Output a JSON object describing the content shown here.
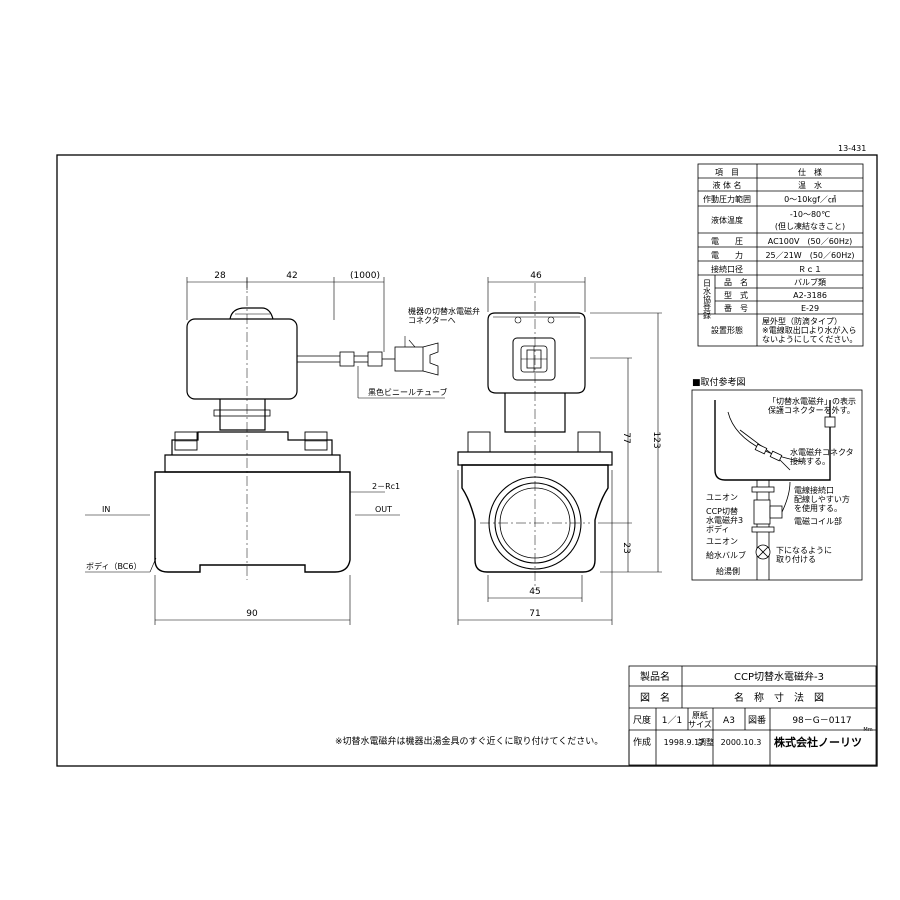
{
  "sheet_number": "13-431",
  "spec_table": {
    "header": [
      "項　目",
      "仕　様"
    ],
    "rows": [
      {
        "label": "液 体 名",
        "value": "温　水"
      },
      {
        "label": "作動圧力範囲",
        "value": "0～10kgf／㎠"
      },
      {
        "label": "液体温度",
        "value": "-10～80℃",
        "value2": "(但し凍結なきこと)"
      },
      {
        "label": "電　　圧",
        "value": "AC100V　(50／60Hz)"
      },
      {
        "label": "電　　力",
        "value": "25／21W　(50／60Hz)"
      },
      {
        "label": "接続口径",
        "value": "Ｒｃ１"
      }
    ],
    "jwwa_group": "日水協登録",
    "jwwa_rows": [
      {
        "label": "品　名",
        "value": "バルブ類"
      },
      {
        "label": "型　式",
        "value": "A2-3186"
      },
      {
        "label": "番　号",
        "value": "E-29"
      }
    ],
    "install": {
      "label": "設置形態",
      "lines": [
        "屋外型（防滴タイプ）",
        "※電線取出口より水が入ら",
        "ないようにしてください。"
      ]
    }
  },
  "reference": {
    "title": "■取付参考図",
    "labels": {
      "connector_note": [
        "「切替水電磁弁」の表示",
        "保護コネクターを外す。"
      ],
      "connect_note": [
        "水電磁弁コネクタ",
        "接続する。"
      ],
      "union_top": "ユニオン",
      "ccp_label": [
        "CCP切替",
        "水電磁弁3",
        "ボディ"
      ],
      "union_bottom": "ユニオン",
      "supply_valve": "給水バルブ",
      "supply_side": "給湯側",
      "wire_outlet": [
        "電線接続口",
        "配線しやすい方",
        "を使用する。"
      ],
      "coil": "電磁コイル部",
      "downward": [
        "下になるように",
        "取り付ける"
      ]
    }
  },
  "front_view": {
    "dims": {
      "d28": "28",
      "d42": "42",
      "d1000": "(1000)",
      "d90": "90"
    },
    "labels": {
      "connector": [
        "機器の切替水電磁弁",
        "コネクターへ"
      ],
      "tube": "黒色ビニールチューブ",
      "thread": "2－Rc1",
      "in": "IN",
      "out": "OUT",
      "body": "ボディ（BC6）"
    }
  },
  "side_view": {
    "dims": {
      "d46": "46",
      "d77": "77",
      "d123": "123",
      "d23": "23",
      "d45": "45",
      "d71": "71"
    }
  },
  "note": "※切替水電磁弁は機器出湯金具のすぐ近くに取り付けてください。",
  "title_block": {
    "product_label": "製品名",
    "product_value": "CCP切替水電磁弁-3",
    "drawing_label": "図　名",
    "drawing_value": "名　称　寸　法　図",
    "scale_label": "尺度",
    "scale_value": "1／1",
    "paper_label": [
      "原紙",
      "サイズ"
    ],
    "paper_value": "A3",
    "number_label": "図番",
    "number_value": "98－G－0117",
    "created_label": "作成",
    "created_value": "1998.9.17",
    "adjusted_label": "調整",
    "adjusted_value": "2000.10.3",
    "company": "株式会社ノーリツ",
    "company_mark": "Mm"
  }
}
